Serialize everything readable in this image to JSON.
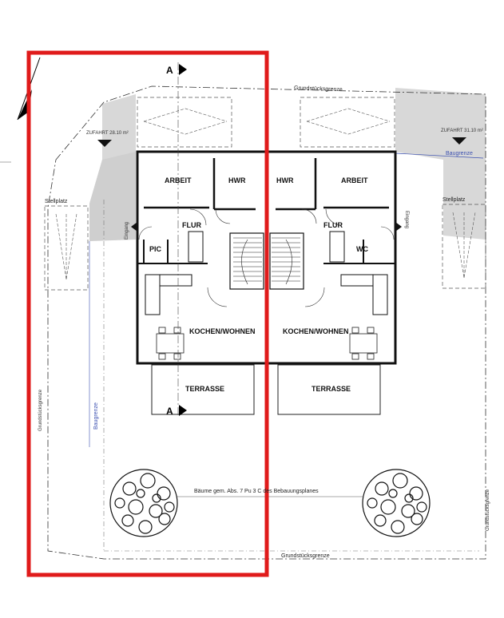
{
  "rooms": {
    "arbeit_left": "ARBEIT",
    "hwr_left": "HWR",
    "hwr_right": "HWR",
    "arbeit_right": "ARBEIT",
    "flur_left": "FLUR",
    "flur_right": "FLUR",
    "wc_left": "PIC",
    "wc_right": "WC",
    "kochen_left": "KOCHEN/WOHNEN",
    "kochen_right": "KOCHEN/WOHNEN",
    "terrasse_left": "TERRASSE",
    "terrasse_right": "TERRASSE"
  },
  "labels": {
    "boundary_top": "Grundstücksgrenze",
    "boundary_bottom": "Grundstücksgrenze",
    "boundary_left": "Grundstücksgrenze",
    "boundary_right": "Grundstücksgrenze",
    "stellplatz_left": "Stellplatz",
    "stellplatz_right": "Stellplatz",
    "zufahrt_left": "ZUFAHRT 28.10 m²",
    "zufahrt_right": "ZUFAHRT 31.10 m²",
    "eingang_left": "Eingang",
    "eingang_right": "Eingang",
    "baugrenze_top": "Baugrenze",
    "baugrenze_left": "Baugrenze",
    "trees_note": "Bäume gem. Abs. 7 Pu 3 C des Bebauungsplanes",
    "section_top": "A",
    "section_bottom": "A"
  },
  "colors": {
    "highlight": "#e01b1b",
    "paving": "#d8d8d8",
    "line": "#111111",
    "baugrenze": "#3a4fb0"
  }
}
